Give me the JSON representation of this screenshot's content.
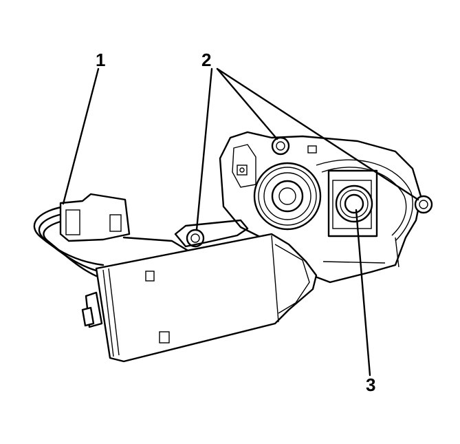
{
  "callouts": [
    {
      "id": "1",
      "label": "1"
    },
    {
      "id": "2",
      "label": "2"
    },
    {
      "id": "3",
      "label": "3"
    }
  ]
}
